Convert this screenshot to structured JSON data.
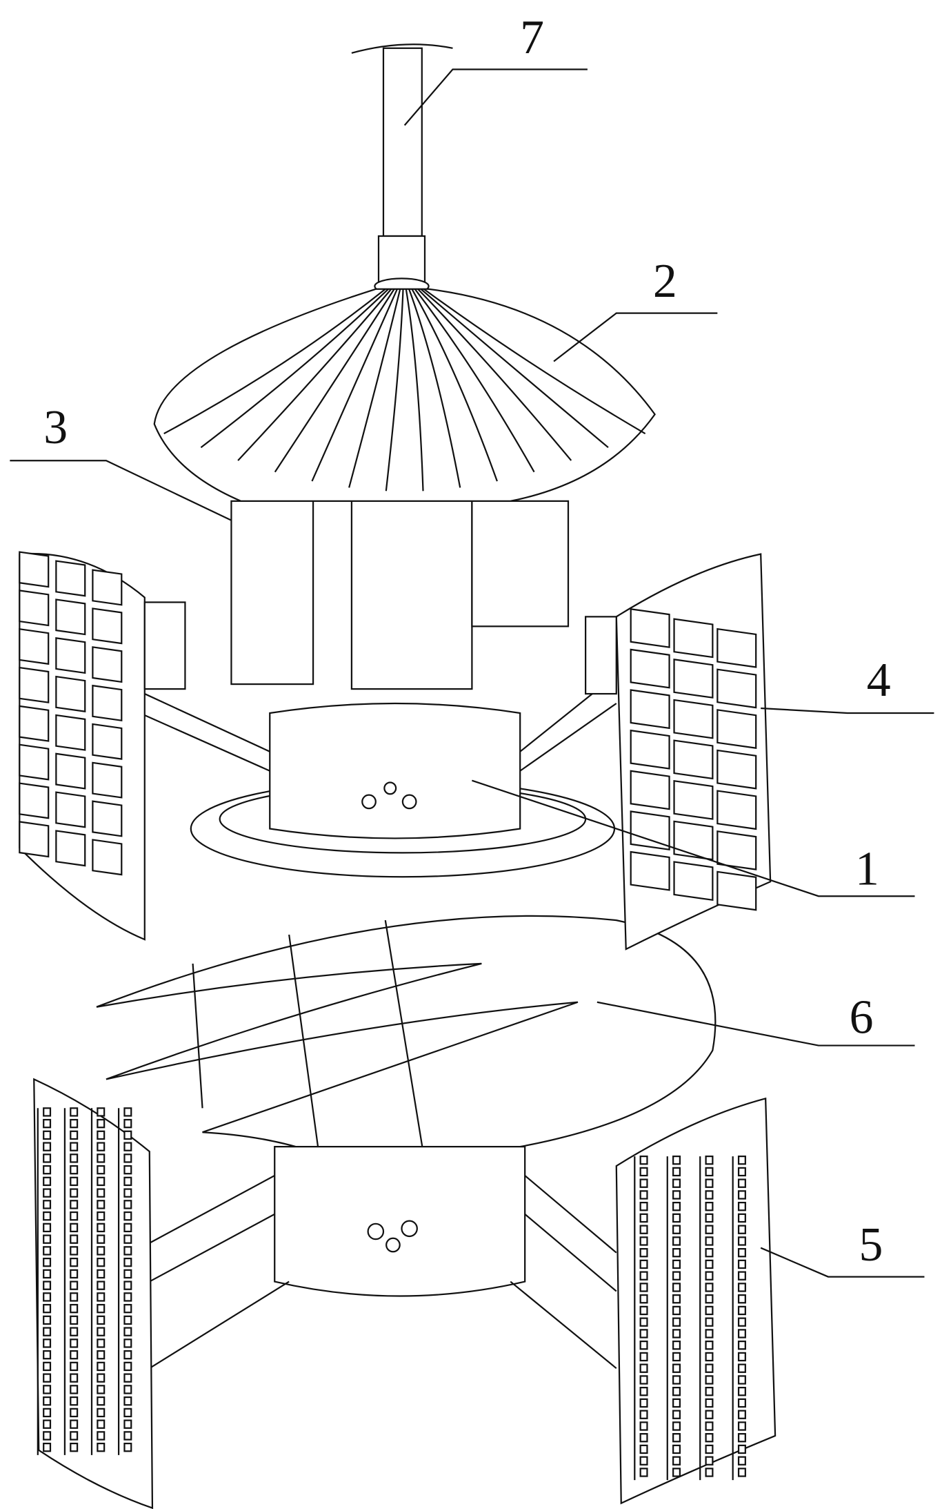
{
  "figure": {
    "labels": {
      "shaft": "7",
      "upper_blade_cone": "2",
      "cylinder": "3",
      "upper_panel": "4",
      "hub": "1",
      "spiral_blade": "6",
      "lower_panel": "5"
    },
    "colors": {
      "line": "#111111",
      "background": "#ffffff"
    }
  }
}
